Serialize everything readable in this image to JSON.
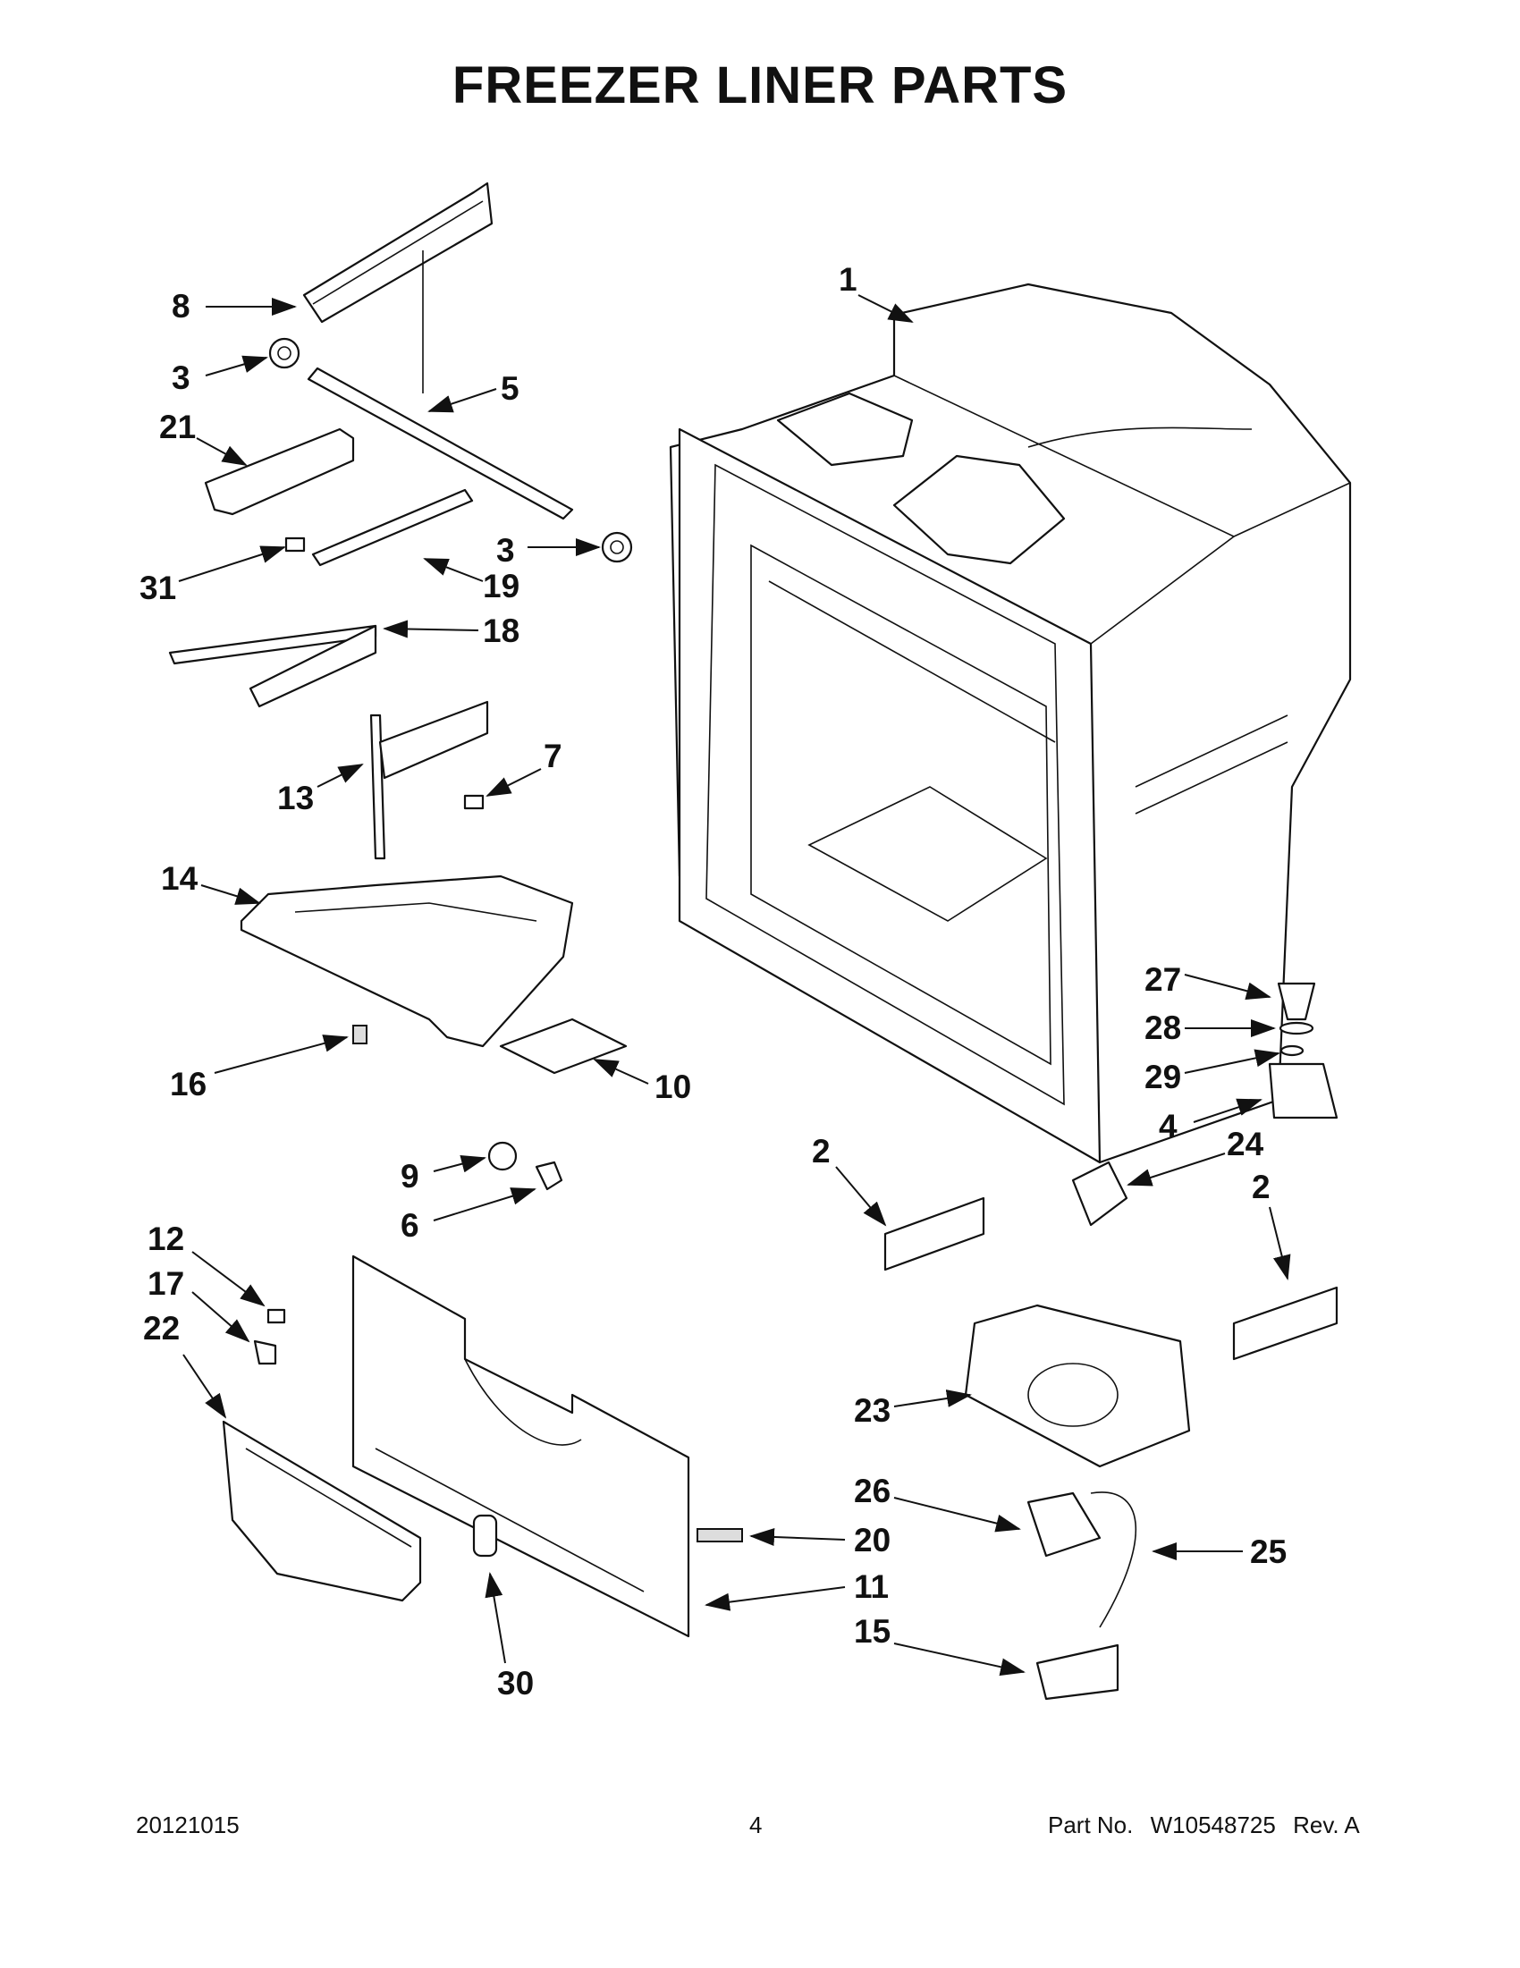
{
  "title": "FREEZER LINER PARTS",
  "footer": {
    "date_code": "20121015",
    "page_number": "4",
    "part_label": "Part No.",
    "part_number": "W10548725",
    "revision": "Rev.  A"
  },
  "callouts": {
    "c1": "1",
    "c2a": "2",
    "c2b": "2",
    "c3a": "3",
    "c3b": "3",
    "c4": "4",
    "c5": "5",
    "c6": "6",
    "c7": "7",
    "c8": "8",
    "c9": "9",
    "c10": "10",
    "c11": "11",
    "c12": "12",
    "c13": "13",
    "c14": "14",
    "c15": "15",
    "c16": "16",
    "c17": "17",
    "c18": "18",
    "c19": "19",
    "c20": "20",
    "c21": "21",
    "c22": "22",
    "c23": "23",
    "c24": "24",
    "c25": "25",
    "c26": "26",
    "c27": "27",
    "c28": "28",
    "c29": "29",
    "c30": "30",
    "c31": "31"
  }
}
